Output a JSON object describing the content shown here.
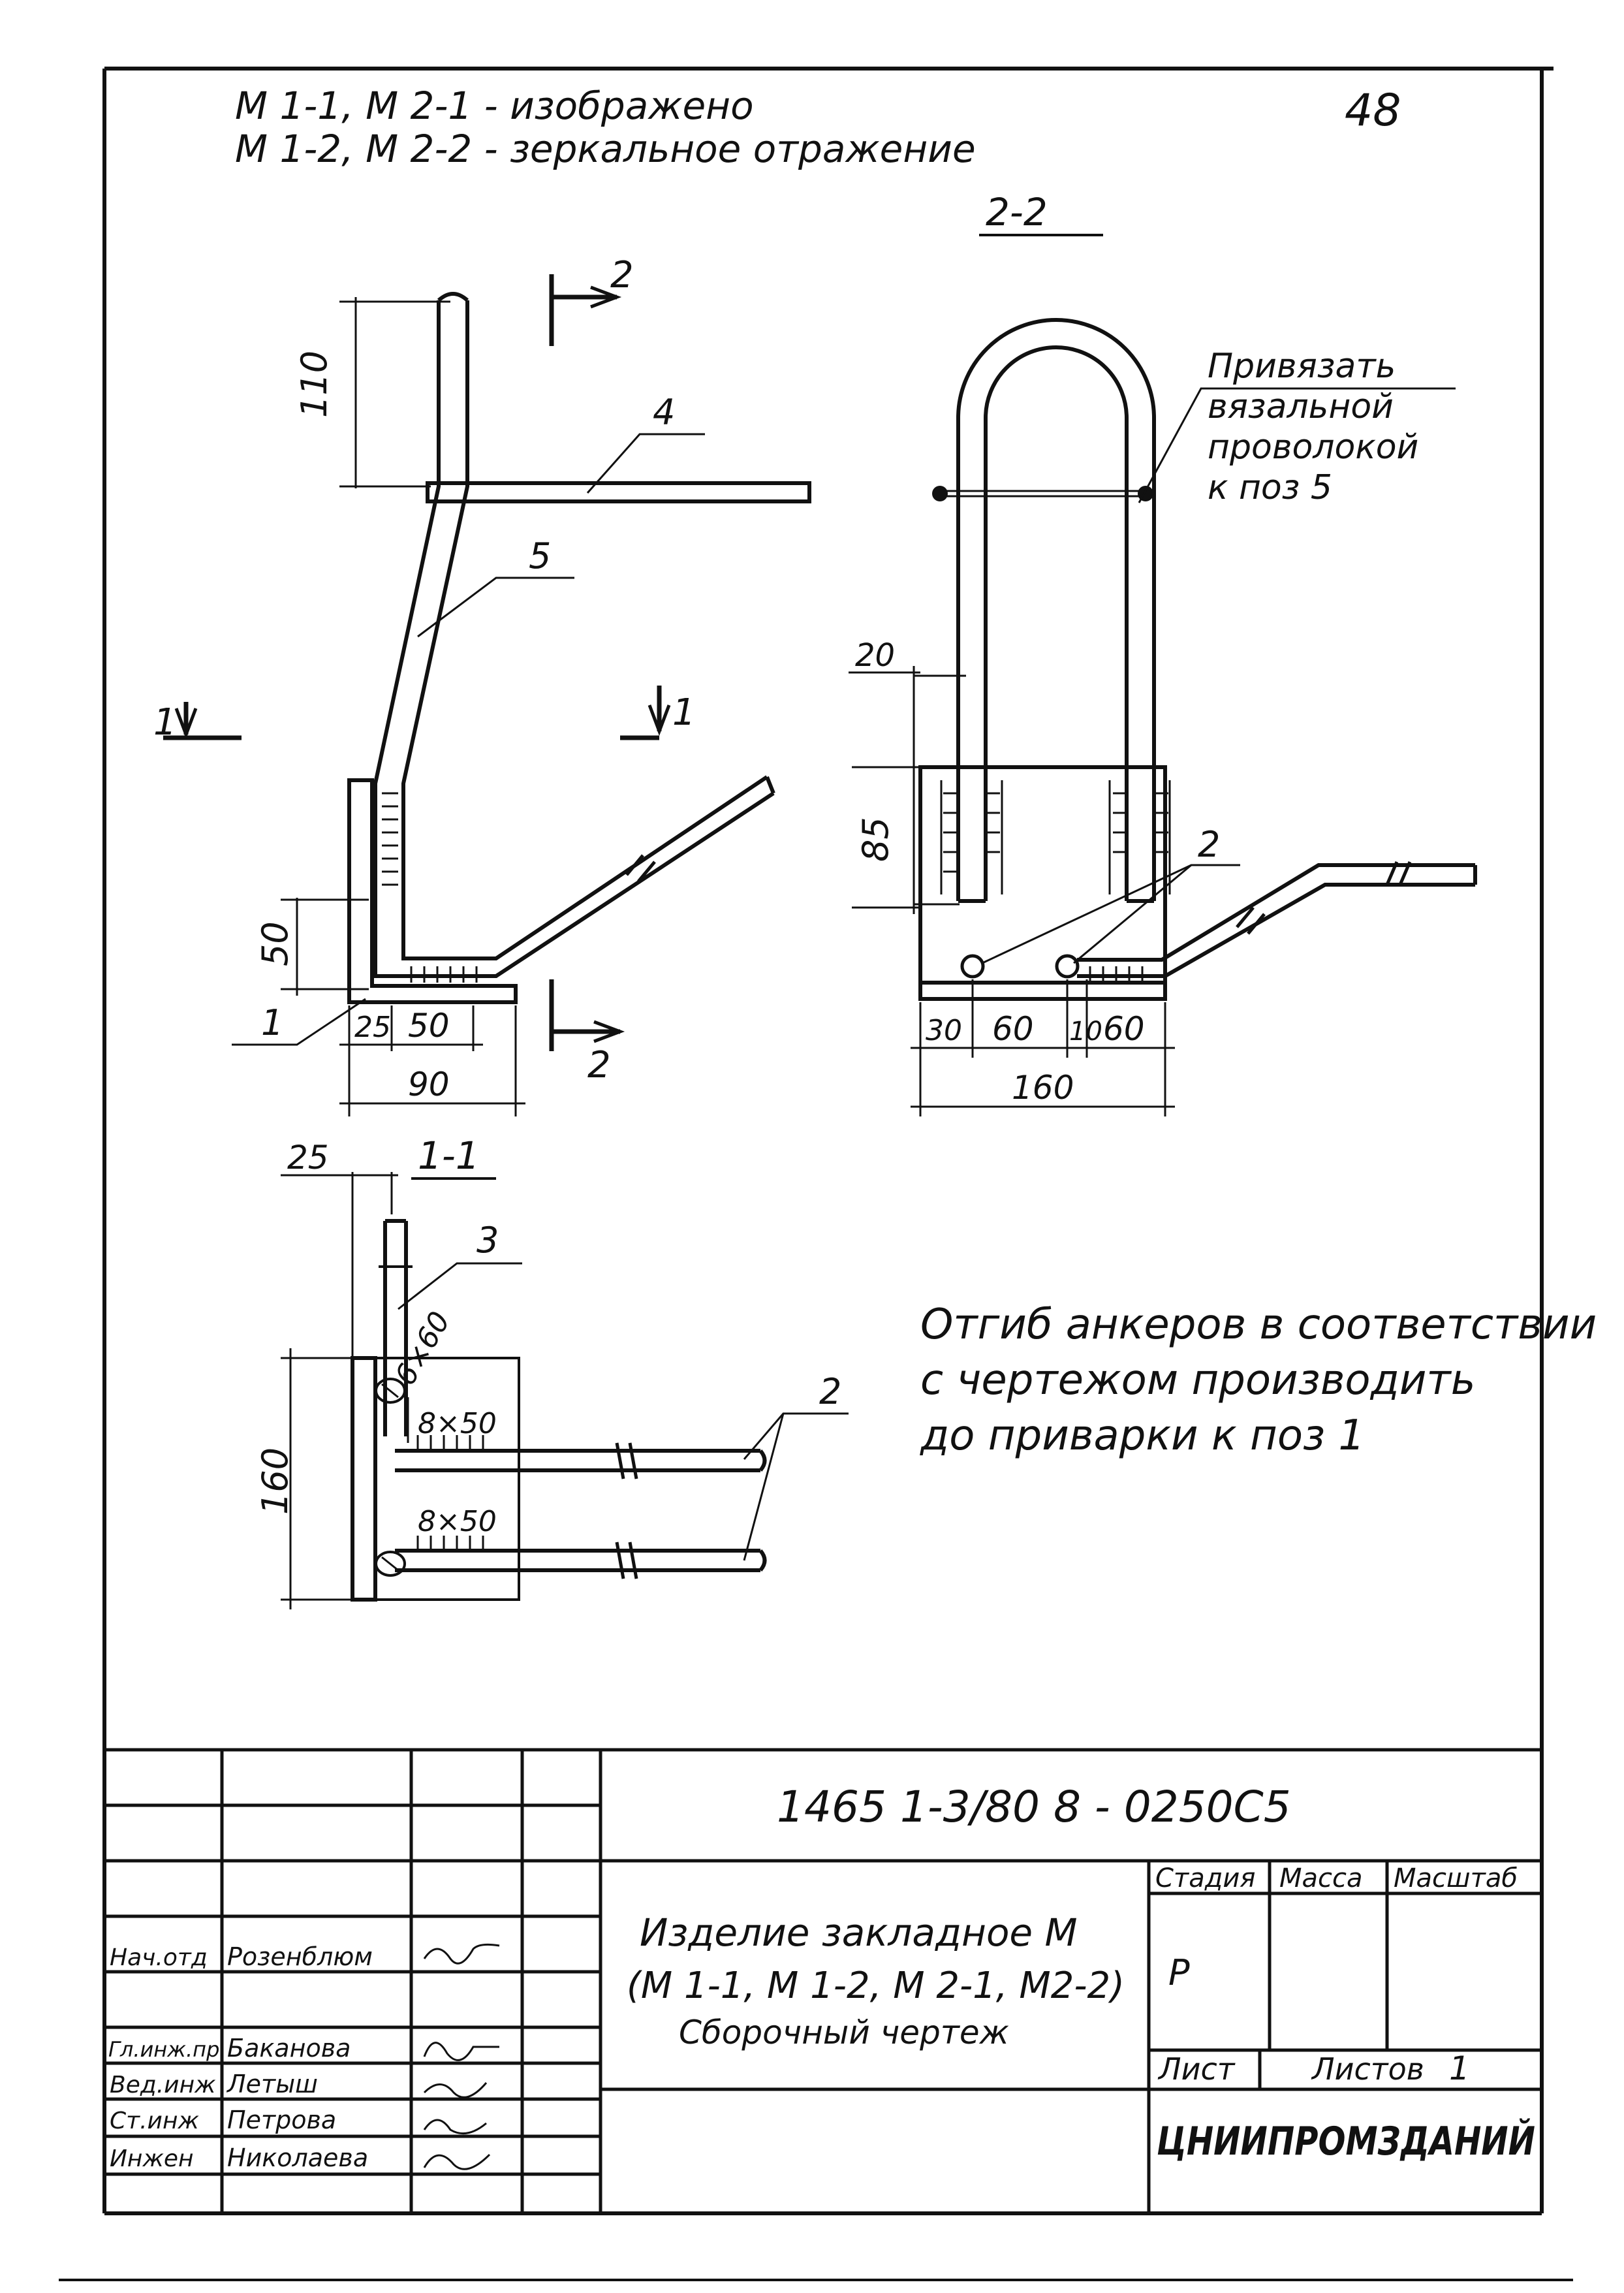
{
  "sheet": {
    "page_number": "48",
    "note_line_1": "М 1-1, М 2-1 - изображено",
    "note_line_2": "М 1-2, М 2-2 - зеркальное   отражение"
  },
  "views": {
    "main": {
      "cut_2_top": "2",
      "cut_2_bottom": "2",
      "cut_1_left": "1",
      "cut_1_right": "1",
      "dim_110": "110",
      "dim_50_vertical": "50",
      "dim_25": "25",
      "dim_50_horizontal": "50",
      "dim_90": "90",
      "pos_1": "1",
      "pos_4": "4",
      "pos_5": "5"
    },
    "section_2_2": {
      "title": "2-2",
      "wire_note_1": "Привязать",
      "wire_note_2": "вязальной",
      "wire_note_3": "проволокой",
      "wire_note_4": "к поз 5",
      "dim_20": "20",
      "dim_85": "85",
      "dim_30": "30",
      "dim_60_a": "60",
      "dim_10": "10",
      "dim_60_b": "60",
      "dim_160": "160",
      "pos_2": "2"
    },
    "section_1_1": {
      "title": "1-1",
      "dim_25": "25",
      "dim_160": "160",
      "pos_3": "3",
      "pos_2": "2",
      "weld_1": "6×60",
      "weld_2": "8×50",
      "weld_3": "8×50"
    }
  },
  "note": {
    "line_1": "Отгиб  анкеров  в  соответствии",
    "line_2": "с  чертежом  производить",
    "line_3": "до  приварки  к  поз 1"
  },
  "title_block": {
    "doc_code": "1465 1-3/80   8 - 0250С5",
    "name_line_1": "Изделие закладное  М",
    "name_line_2": "(М 1-1, М 1-2, М 2-1, М2-2)",
    "name_line_3": "Сборочный  чертеж",
    "stage_header": "Стадия",
    "mass_header": "Масса",
    "scale_header": "Масштаб",
    "stage_value": "Р",
    "sheet_label": "Лист",
    "sheets_label": "Листов",
    "sheets_value": "1",
    "organization": "ЦНИИПРОМЗДАНИЙ",
    "roles": [
      {
        "role": "Нач.отд",
        "name": "Розенблюм"
      },
      {
        "role": "Гл.инж.пр.",
        "name": "Баканова"
      },
      {
        "role": "Вед.инж",
        "name": "Летыш"
      },
      {
        "role": "Ст.инж",
        "name": "Петрова"
      },
      {
        "role": "Инжен",
        "name": "Николаева"
      }
    ]
  }
}
